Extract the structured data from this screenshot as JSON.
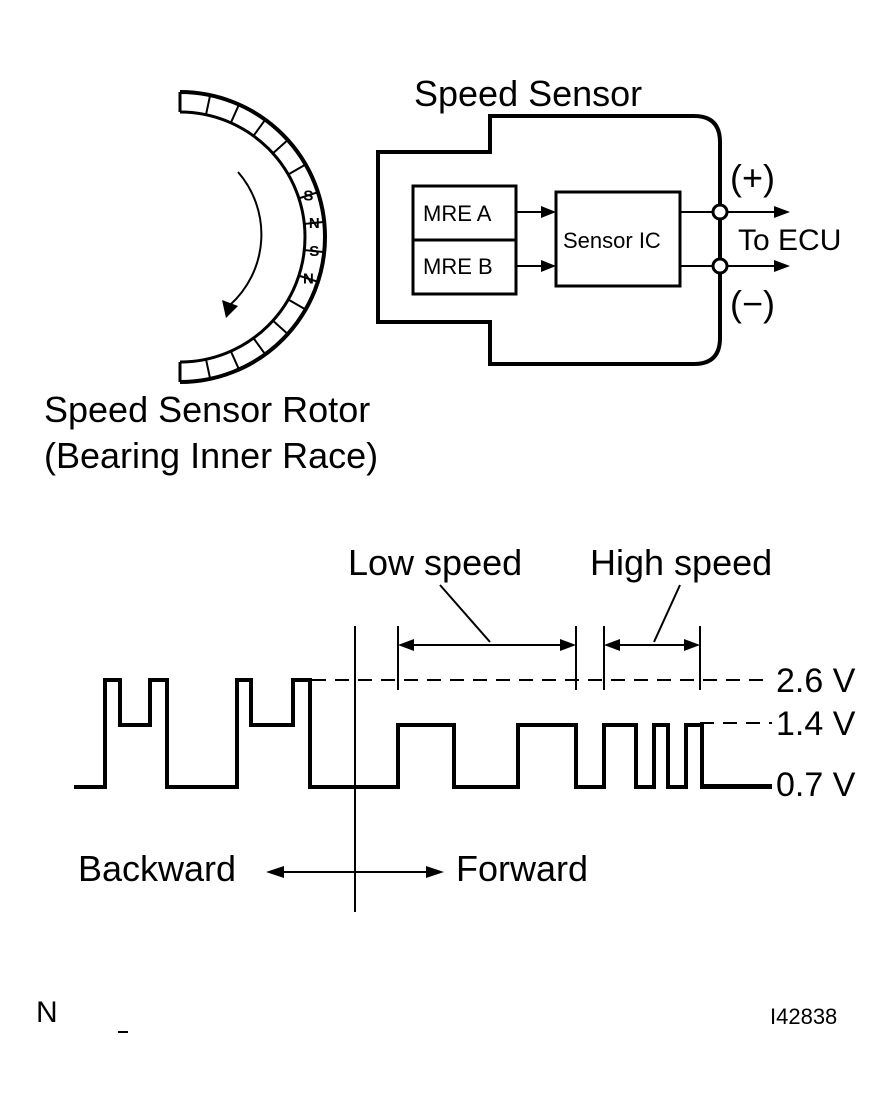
{
  "sensor": {
    "title": "Speed Sensor",
    "mre_a": "MRE A",
    "mre_b": "MRE B",
    "sensor_ic": "Sensor IC",
    "plus": "(+)",
    "minus": "(−)",
    "to_ecu": "To ECU"
  },
  "rotor": {
    "label_line1": "Speed Sensor Rotor",
    "label_line2": "(Bearing Inner Race)",
    "poles": [
      "S",
      "N",
      "S",
      "N"
    ]
  },
  "waveform": {
    "low_speed": "Low speed",
    "high_speed": "High speed",
    "levels": [
      "2.6 V",
      "1.4 V",
      "0.7 V"
    ],
    "backward": "Backward",
    "forward": "Forward"
  },
  "footer": {
    "left_mark": "N",
    "figure_id": "I42838"
  }
}
